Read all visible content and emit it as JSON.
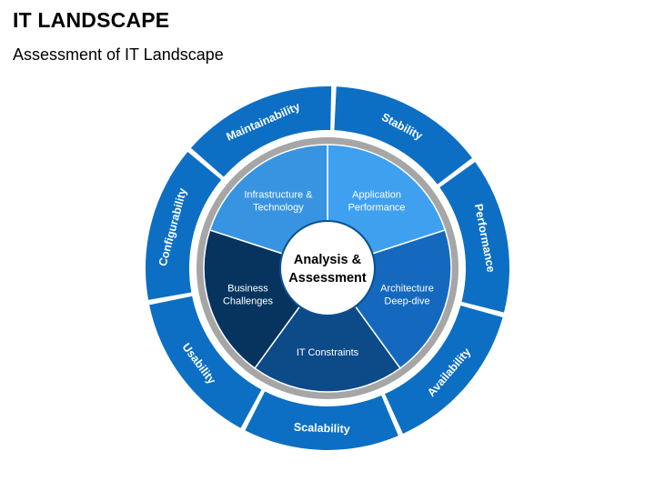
{
  "header": {
    "title": "IT LANDSCAPE",
    "subtitle": "Assessment of IT Landscape"
  },
  "diagram": {
    "center": {
      "lines": [
        "Analysis &",
        "Assessment"
      ]
    },
    "outer_ring": [
      {
        "label": "Stability"
      },
      {
        "label": "Performance"
      },
      {
        "label": "Availability"
      },
      {
        "label": "Scalability"
      },
      {
        "label": "Usability"
      },
      {
        "label": "Configurability"
      },
      {
        "label": "Maintainability"
      }
    ],
    "inner_slices": [
      {
        "lines": [
          "Application",
          "Performance"
        ],
        "color": "#3ea0ee"
      },
      {
        "lines": [
          "Architecture",
          "Deep-dive"
        ],
        "color": "#1469be"
      },
      {
        "lines": [
          "IT Constraints"
        ],
        "color": "#0c4a88"
      },
      {
        "lines": [
          "Business",
          "Challenges"
        ],
        "color": "#07345f"
      },
      {
        "lines": [
          "Infrastructure &",
          "Technology"
        ],
        "color": "#3894e0"
      }
    ],
    "colors": {
      "outer_ring": "#0c6fc4",
      "gray_ring": "#a6a6a6",
      "center_fill": "#ffffff",
      "center_stroke": "#0b4f92"
    }
  }
}
